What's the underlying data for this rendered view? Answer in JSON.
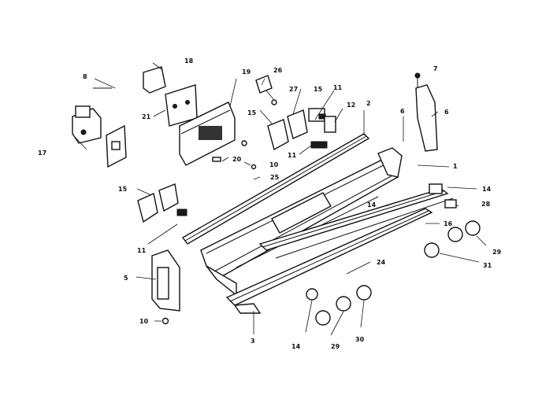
{
  "callouts": {
    "c1": "1",
    "c2": "2",
    "c3": "3",
    "c5": "5",
    "c6a": "6",
    "c6b": "6",
    "c7": "7",
    "c8": "8",
    "c10a": "10",
    "c10b": "10",
    "c11a": "11",
    "c11b": "11",
    "c11c": "11",
    "c12": "12",
    "c14a": "14",
    "c14b": "14",
    "c14c": "14",
    "c15a": "15",
    "c15b": "15",
    "c15c": "15",
    "c16": "16",
    "c17": "17",
    "c18": "18",
    "c19": "19",
    "c20": "20",
    "c21": "21",
    "c24": "24",
    "c25": "25",
    "c26": "26",
    "c27": "27",
    "c28": "28",
    "c29a": "29",
    "c29b": "29",
    "c30": "30",
    "c31": "31"
  }
}
